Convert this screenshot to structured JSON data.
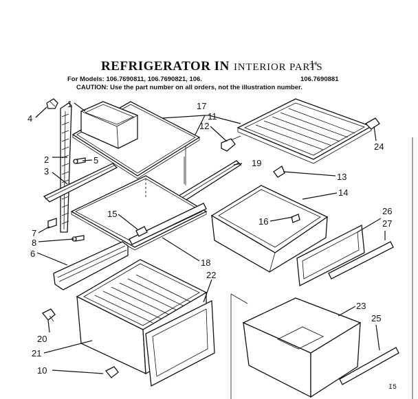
{
  "header": {
    "title_bold": "REFRIGERATOR IN",
    "title_light": "INTERIOR PARTS",
    "title_tail": "1ˢ",
    "models_line": "For Models: 106.7690811, 106.7690821, 106.",
    "models_tail": "106.7690881",
    "caution": "CAUTION: Use the part number on all orders, not the illustration number."
  },
  "corner_mark": "I5",
  "callouts": {
    "c1": "1",
    "c2": "2",
    "c3": "3",
    "c4": "4",
    "c5": "5",
    "c6": "6",
    "c7": "7",
    "c8": "8",
    "c10": "10",
    "c11": "11",
    "c12": "12",
    "c13": "13",
    "c14": "14",
    "c15": "15",
    "c16": "16",
    "c17": "17",
    "c18": "18",
    "c19": "19",
    "c20": "20",
    "c21": "21",
    "c22": "22",
    "c23": "23",
    "c24": "24",
    "c25": "25",
    "c26": "26",
    "c27": "27"
  }
}
